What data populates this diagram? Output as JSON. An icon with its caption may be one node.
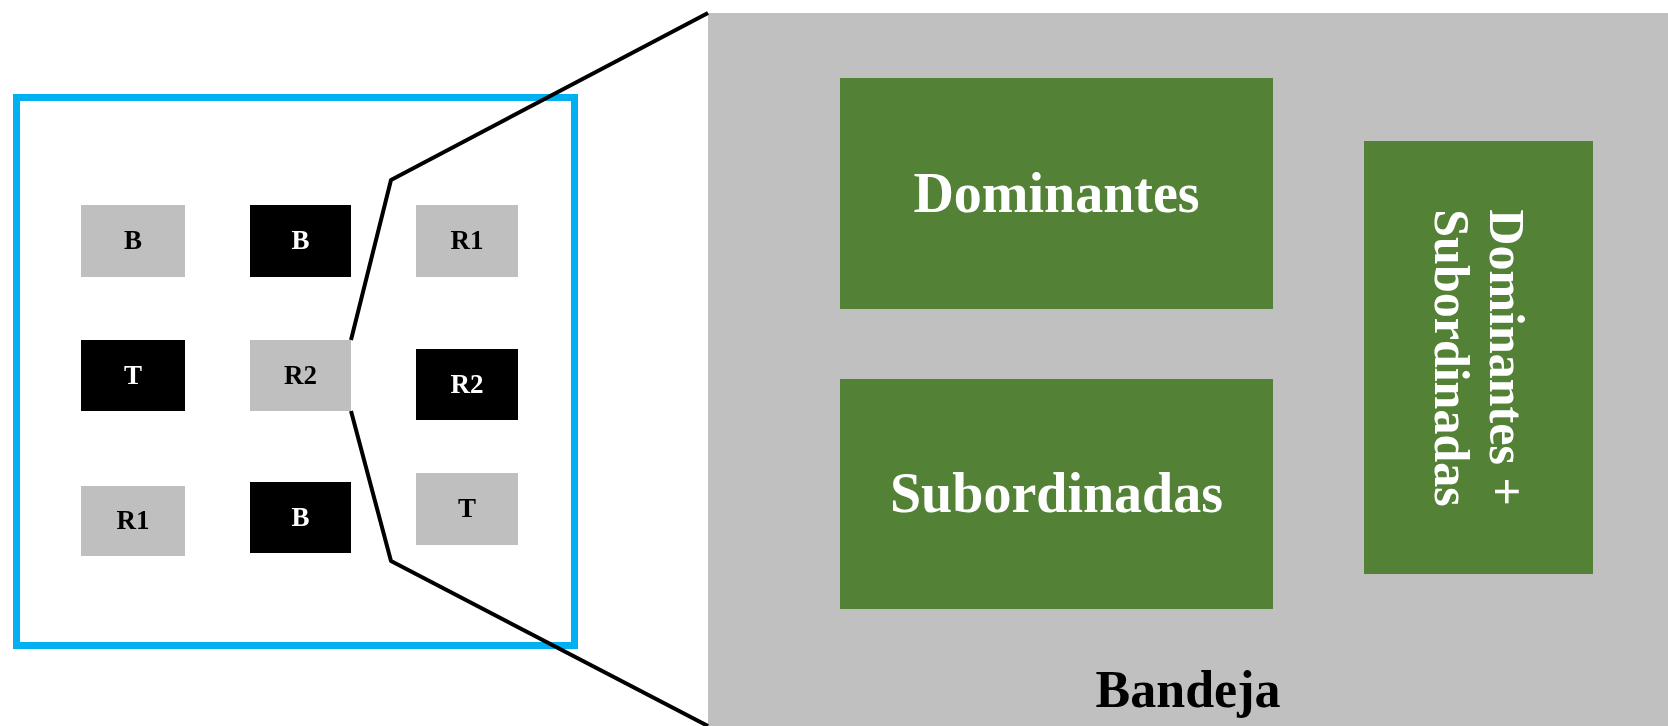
{
  "diagram": {
    "nodes": [
      {
        "text": [],
        "shape": "box"
      },
      {
        "text": [
          "B"
        ],
        "in": 0
      },
      {
        "text": [
          "B"
        ],
        "in": 0
      },
      {
        "text": [
          "R1"
        ],
        "in": 0
      },
      {
        "text": [
          "T"
        ],
        "in": 0
      },
      {
        "text": [
          "R2"
        ],
        "in": 0
      },
      {
        "text": [
          "R2"
        ],
        "in": 0
      },
      {
        "text": [
          "R1"
        ],
        "in": 0
      },
      {
        "text": [
          "B"
        ],
        "in": 0
      },
      {
        "text": [
          "T"
        ],
        "in": 0
      },
      {
        "text": [
          "Bandeja"
        ]
      },
      {
        "text": [
          "Dominantes"
        ],
        "in": 10
      },
      {
        "text": [
          "Subordinadas"
        ],
        "in": 10
      },
      {
        "text": [
          "Dominantes + Subordinadas"
        ],
        "in": 10
      }
    ],
    "edges": [
      {
        "from": 5,
        "to": 10,
        "arrow": "none"
      },
      {
        "from": 5,
        "to": 10,
        "arrow": "none"
      }
    ]
  }
}
